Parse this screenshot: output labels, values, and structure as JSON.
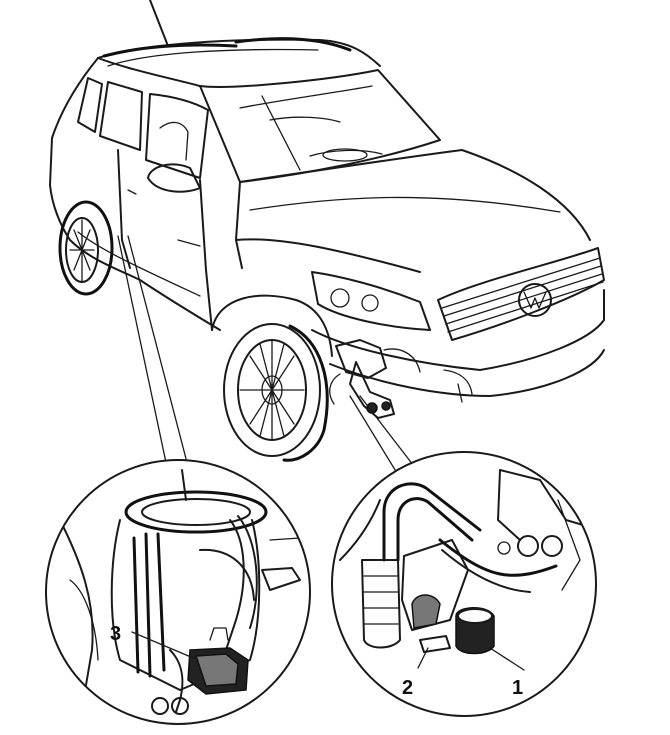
{
  "callouts": [
    {
      "id": "1",
      "label": "1"
    },
    {
      "id": "2",
      "label": "2"
    },
    {
      "id": "3",
      "label": "3"
    }
  ],
  "colors": {
    "line": "#1a1a1a",
    "background": "#ffffff"
  }
}
